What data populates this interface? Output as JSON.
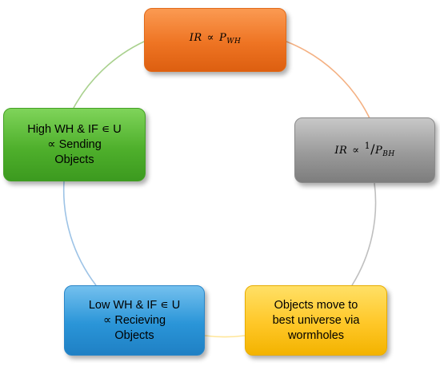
{
  "nodes": {
    "top": {
      "lhs": "IR",
      "operator": "∝",
      "rhs_var": "P",
      "rhs_sub": "WH",
      "color": "#ee7423"
    },
    "right": {
      "lhs": "IR",
      "operator": "∝",
      "numerator": "1",
      "slash": "/",
      "rhs_var": "P",
      "rhs_sub": "BH",
      "color": "#9a9a9a"
    },
    "bottom_right": {
      "line1": "Objects move to",
      "line2": "best universe via",
      "line3": "wormholes",
      "color": "#ffc727"
    },
    "bottom_left": {
      "line1": "Low WH & IF ∊ U",
      "line2": "∝ Recieving",
      "line3": "Objects",
      "color": "#2a95d8"
    },
    "left": {
      "line1": "High WH & IF ∊ U",
      "line2": "∝ Sending",
      "line3": "Objects",
      "color": "#4fb02c"
    }
  },
  "connector_colors": {
    "top_to_right": "#f4b183",
    "right_to_bottom_right": "#bfbfbf",
    "bottom_right_to_bottom_left": "#ffe699",
    "bottom_left_to_left": "#9dc3e6",
    "left_to_top": "#a9d18e"
  }
}
